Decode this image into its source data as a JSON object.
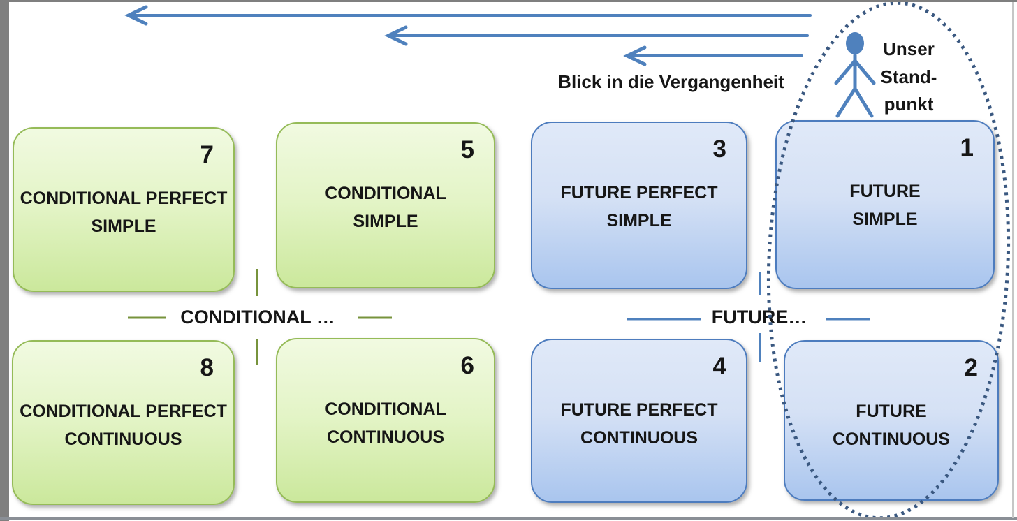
{
  "past_arrows": {
    "label": "Blick in die Vergangenheit"
  },
  "viewpoint": {
    "line1": "Unser",
    "line2": "Stand-",
    "line3": "punkt"
  },
  "group_labels": {
    "conditional": "CONDITIONAL …",
    "future": "FUTURE…"
  },
  "boxes": [
    {
      "number": "7",
      "line1": "CONDITIONAL PERFECT",
      "line2": "SIMPLE",
      "color": "green"
    },
    {
      "number": "5",
      "line1": "CONDITIONAL",
      "line2": "SIMPLE",
      "color": "green"
    },
    {
      "number": "3",
      "line1": "FUTURE PERFECT",
      "line2": "SIMPLE",
      "color": "blue"
    },
    {
      "number": "1",
      "line1": "FUTURE",
      "line2": "SIMPLE",
      "color": "blue"
    },
    {
      "number": "8",
      "line1": "CONDITIONAL PERFECT",
      "line2": "CONTINUOUS",
      "color": "green"
    },
    {
      "number": "6",
      "line1": "CONDITIONAL",
      "line2": "CONTINUOUS",
      "color": "green"
    },
    {
      "number": "4",
      "line1": "FUTURE PERFECT",
      "line2": "CONTINUOUS",
      "color": "blue"
    },
    {
      "number": "2",
      "line1": "FUTURE",
      "line2": "CONTINUOUS",
      "color": "blue"
    }
  ],
  "colors": {
    "arrow_blue": "#4F81BD",
    "box_green_top": "#F1FAE1",
    "box_green_mid": "#E3F4C6",
    "box_green_bottom": "#CBE89C",
    "box_green_border": "#95BB58",
    "box_blue_top": "#E0E9F8",
    "box_blue_mid": "#D5E1F5",
    "box_blue_bottom": "#A9C5EE",
    "box_blue_border": "#4D7CBE",
    "olive_line": "#77933C",
    "ellipse_dot": "#3A5880",
    "frame_gray": "#7F7F7F",
    "text": "#161616"
  }
}
